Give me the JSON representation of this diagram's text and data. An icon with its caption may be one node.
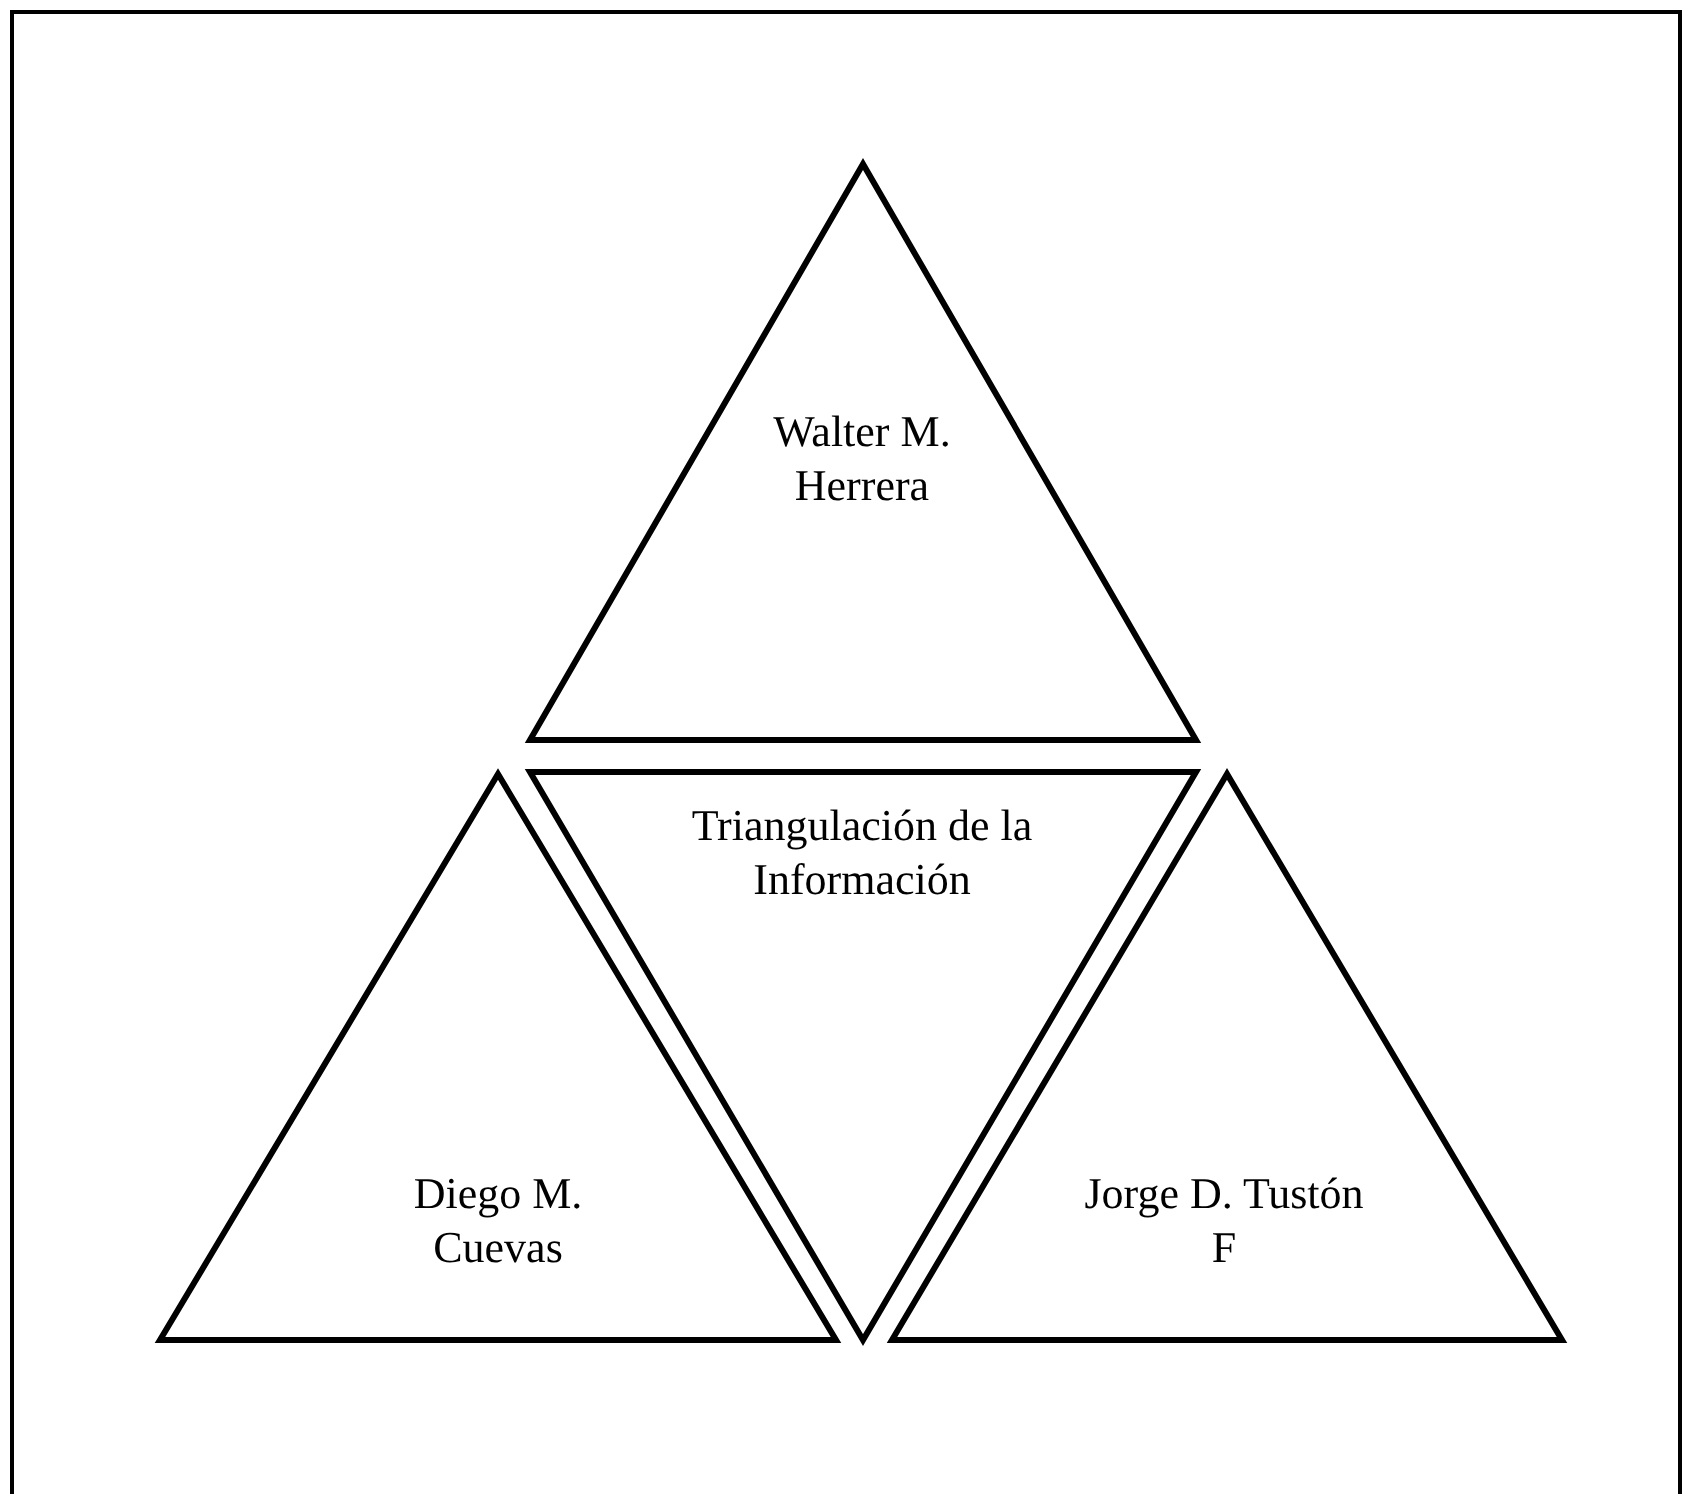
{
  "diagram": {
    "nodes": [
      {
        "text": [
          "Walter M. Herrera"
        ]
      },
      {
        "text": [
          "Triangulación de la Información"
        ]
      },
      {
        "text": [
          "Diego M. Cuevas"
        ]
      },
      {
        "text": [
          "Jorge D. Tustón F"
        ]
      }
    ]
  }
}
